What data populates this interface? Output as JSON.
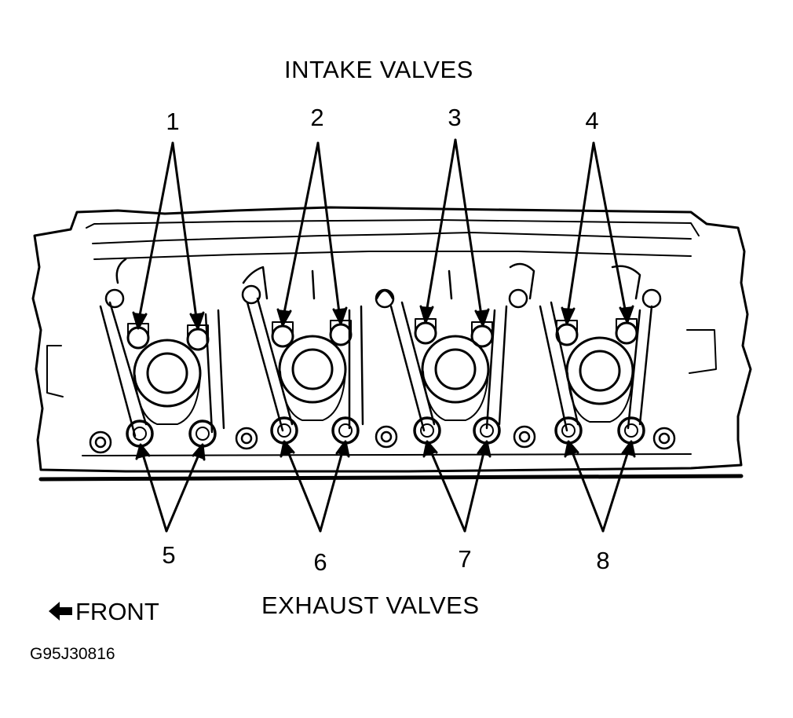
{
  "labels": {
    "intake_title": "INTAKE VALVES",
    "exhaust_title": "EXHAUST VALVES",
    "front": "FRONT",
    "figure_code": "G95J30816"
  },
  "intake_numbers": [
    "1",
    "2",
    "3",
    "4"
  ],
  "exhaust_numbers": [
    "5",
    "6",
    "7",
    "8"
  ],
  "icons": {
    "front_arrow": "arrow-left-icon"
  }
}
